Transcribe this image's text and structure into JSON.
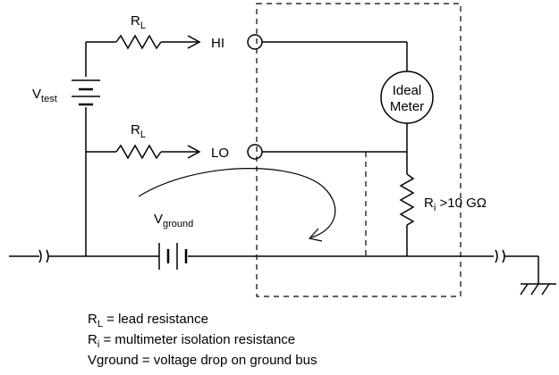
{
  "labels": {
    "rl_top_main": "R",
    "rl_top_sub": "L",
    "rl_bot_main": "R",
    "rl_bot_sub": "L",
    "hi": "HI",
    "lo": "LO",
    "vtest_main": "V",
    "vtest_sub": "test",
    "meter_line1": "Ideal",
    "meter_line2": "Meter",
    "ri_main": "R",
    "ri_sub": "i",
    "ri_value": " >10 GΩ",
    "vground_main": "V",
    "vground_sub": "ground"
  },
  "legend": {
    "l1_main": "R",
    "l1_sub": "L",
    "l1_text": " = lead resistance",
    "l2_main": "R",
    "l2_sub": "i",
    "l2_text": "  = multimeter isolation resistance",
    "l3": "Vground = voltage drop on ground bus"
  }
}
